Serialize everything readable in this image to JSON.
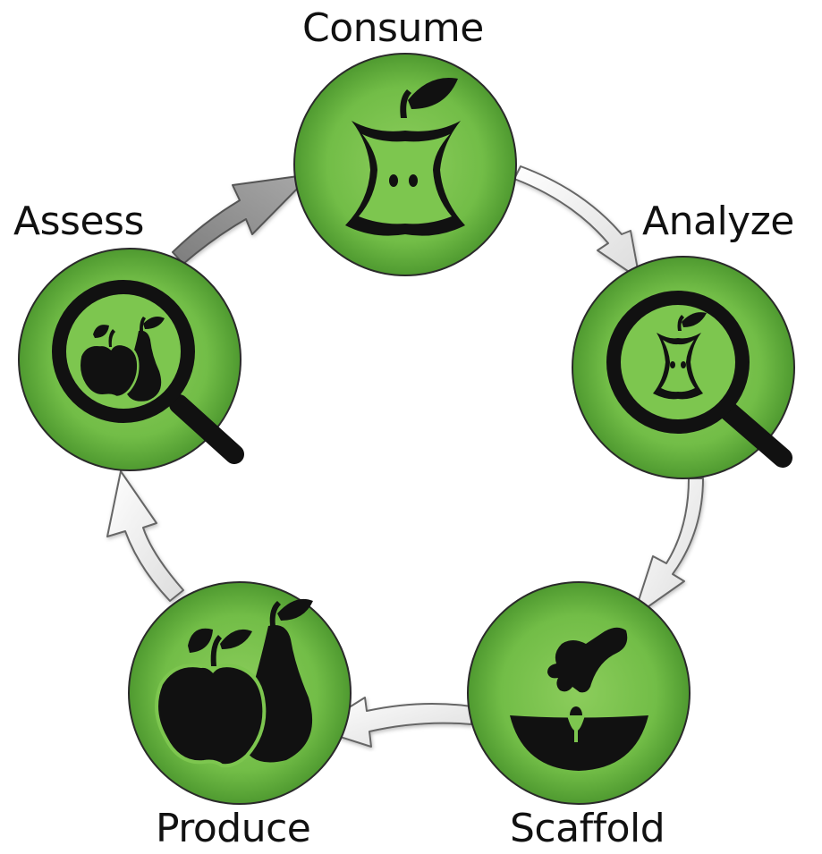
{
  "diagram": {
    "type": "cycle",
    "stages": [
      {
        "key": "consume",
        "label": "Consume",
        "icon": "apple-core-icon"
      },
      {
        "key": "analyze",
        "label": "Analyze",
        "icon": "magnifier-apple-core-icon"
      },
      {
        "key": "scaffold",
        "label": "Scaffold",
        "icon": "hand-planting-seed-icon"
      },
      {
        "key": "produce",
        "label": "Produce",
        "icon": "apple-pear-icon"
      },
      {
        "key": "assess",
        "label": "Assess",
        "icon": "magnifier-apple-pear-icon"
      }
    ],
    "arrows": [
      {
        "from": "consume",
        "to": "analyze",
        "style": "white"
      },
      {
        "from": "analyze",
        "to": "scaffold",
        "style": "white"
      },
      {
        "from": "scaffold",
        "to": "produce",
        "style": "white"
      },
      {
        "from": "produce",
        "to": "assess",
        "style": "white"
      },
      {
        "from": "assess",
        "to": "consume",
        "style": "gray"
      }
    ],
    "colors": {
      "node_fill": "#6db944",
      "node_fill_light": "#8ccd5c",
      "node_stroke": "#222222",
      "icon": "#111111",
      "arrow_white": "#f4f4f4",
      "arrow_gray": "#8f8f8f",
      "arrow_outline": "#555555"
    }
  }
}
